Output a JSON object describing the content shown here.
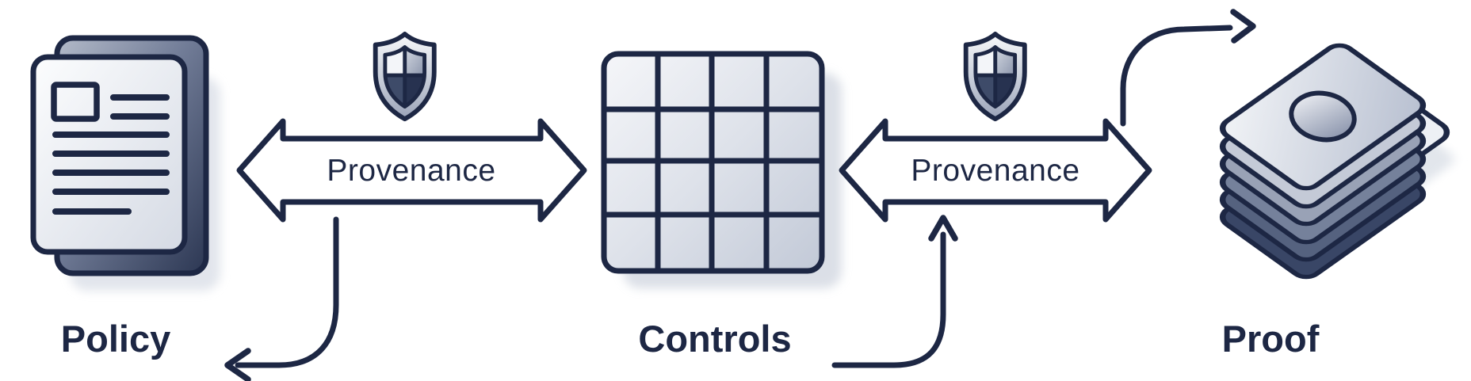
{
  "diagram": {
    "title": "Policy to Controls to Proof provenance flow",
    "colors": {
      "ink": "#1d2744",
      "background": "#ffffff",
      "soft_shadow": "#dfe3ea",
      "dark_fill": "#2c3753",
      "light_fill": "#f5f6f9"
    },
    "nodes": {
      "policy": {
        "label": "Policy",
        "icon": "document-stack-icon"
      },
      "controls": {
        "label": "Controls",
        "icon": "grid-icon"
      },
      "proof": {
        "label": "Proof",
        "icon": "layered-cards-icon"
      }
    },
    "connectors": {
      "left_arrow": {
        "label": "Provenance",
        "type": "double-headed-arrow",
        "icon_above": "shield-icon"
      },
      "right_arrow": {
        "label": "Provenance",
        "type": "double-headed-arrow",
        "icon_above": "shield-icon"
      }
    },
    "curved_arrows": [
      {
        "id": "to-policy",
        "direction": "down-left toward Policy"
      },
      {
        "id": "to-right-provenance",
        "direction": "up into right Provenance arrow"
      },
      {
        "id": "to-proof",
        "direction": "up-right above Proof"
      }
    ]
  }
}
